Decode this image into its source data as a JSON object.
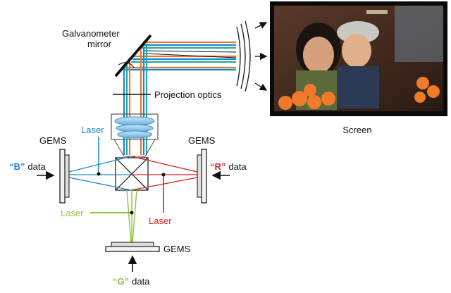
{
  "labels": {
    "galvanometer_line1": "Galvanometer",
    "galvanometer_line2": "mirror",
    "projection_optics": "Projection optics",
    "screen": "Screen",
    "gems_left": "GEMS",
    "gems_right": "GEMS",
    "gems_bottom": "GEMS",
    "laser_blue": "Laser",
    "laser_green": "Laser",
    "laser_red": "Laser",
    "b_letter": "B",
    "r_letter": "R",
    "g_letter": "G",
    "data_word_b": "data",
    "data_word_r": "data",
    "data_word_g": "data",
    "quote_open": "“",
    "quote_close": "”"
  },
  "colors": {
    "blue": "#1f86c8",
    "green": "#8cc63f",
    "red": "#d7262f",
    "orange": "#e07b39",
    "teal": "#2aa6a0",
    "black": "#111111",
    "screen_frame": "#0a0a0a"
  },
  "icons": {
    "mirror": "diagonal-mirror",
    "prism": "x-cube-prism",
    "lens": "projection-lens",
    "screen": "projection-screen"
  }
}
